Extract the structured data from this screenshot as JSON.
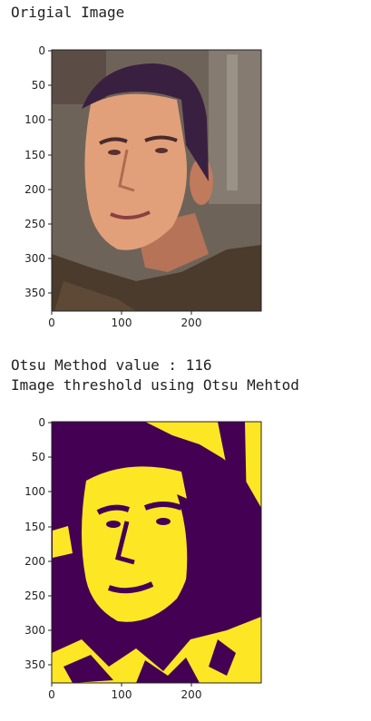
{
  "output": {
    "line1": "Origial Image",
    "line2": "Otsu Method value : 116",
    "line3": "Image threshold using Otsu Mehtod"
  },
  "plot1": {
    "y_ticks": [
      "0",
      "50",
      "100",
      "150",
      "200",
      "250",
      "300",
      "350"
    ],
    "x_ticks": [
      "0",
      "100",
      "200"
    ]
  },
  "plot2": {
    "y_ticks": [
      "0",
      "50",
      "100",
      "150",
      "200",
      "250",
      "300",
      "350"
    ],
    "x_ticks": [
      "0",
      "100",
      "200"
    ]
  },
  "colors": {
    "viridis_dark": "#440154",
    "viridis_yellow": "#fde725",
    "skin": "#e8a07a",
    "hair": "#3a2040",
    "bg": "#6a5e55"
  }
}
